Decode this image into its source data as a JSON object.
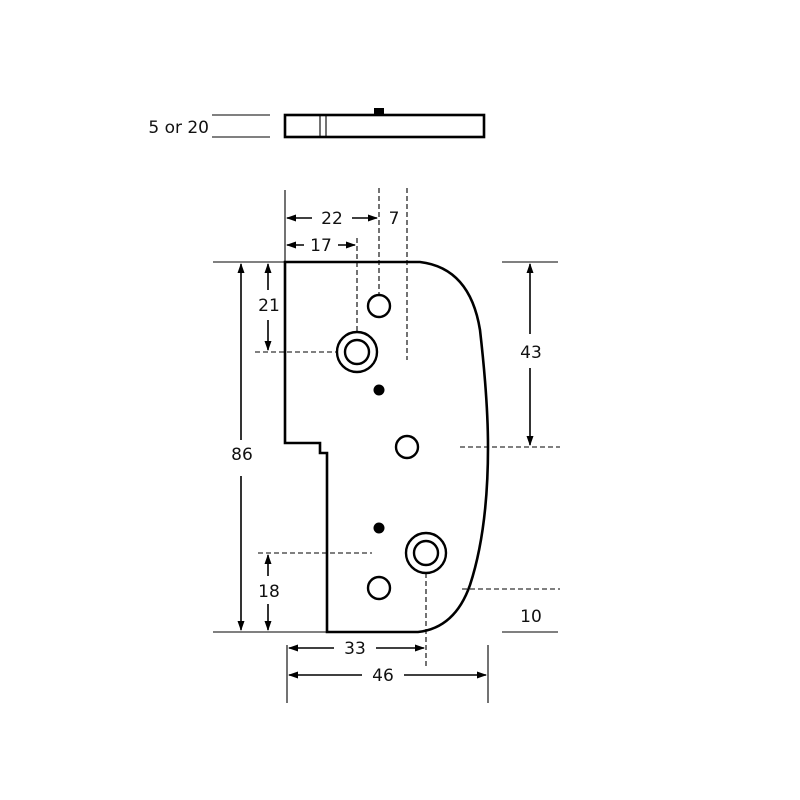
{
  "side_view": {
    "thickness_label": "5 or 20"
  },
  "dimensions": {
    "hole_offset_22": "22",
    "hole_offset_7": "7",
    "hole_offset_17": "17",
    "top_to_hole_21": "21",
    "overall_height_86": "86",
    "right_hole_43": "43",
    "bottom_to_hole_18": "18",
    "corner_10": "10",
    "bottom_hole_33": "33",
    "overall_width_46": "46"
  }
}
